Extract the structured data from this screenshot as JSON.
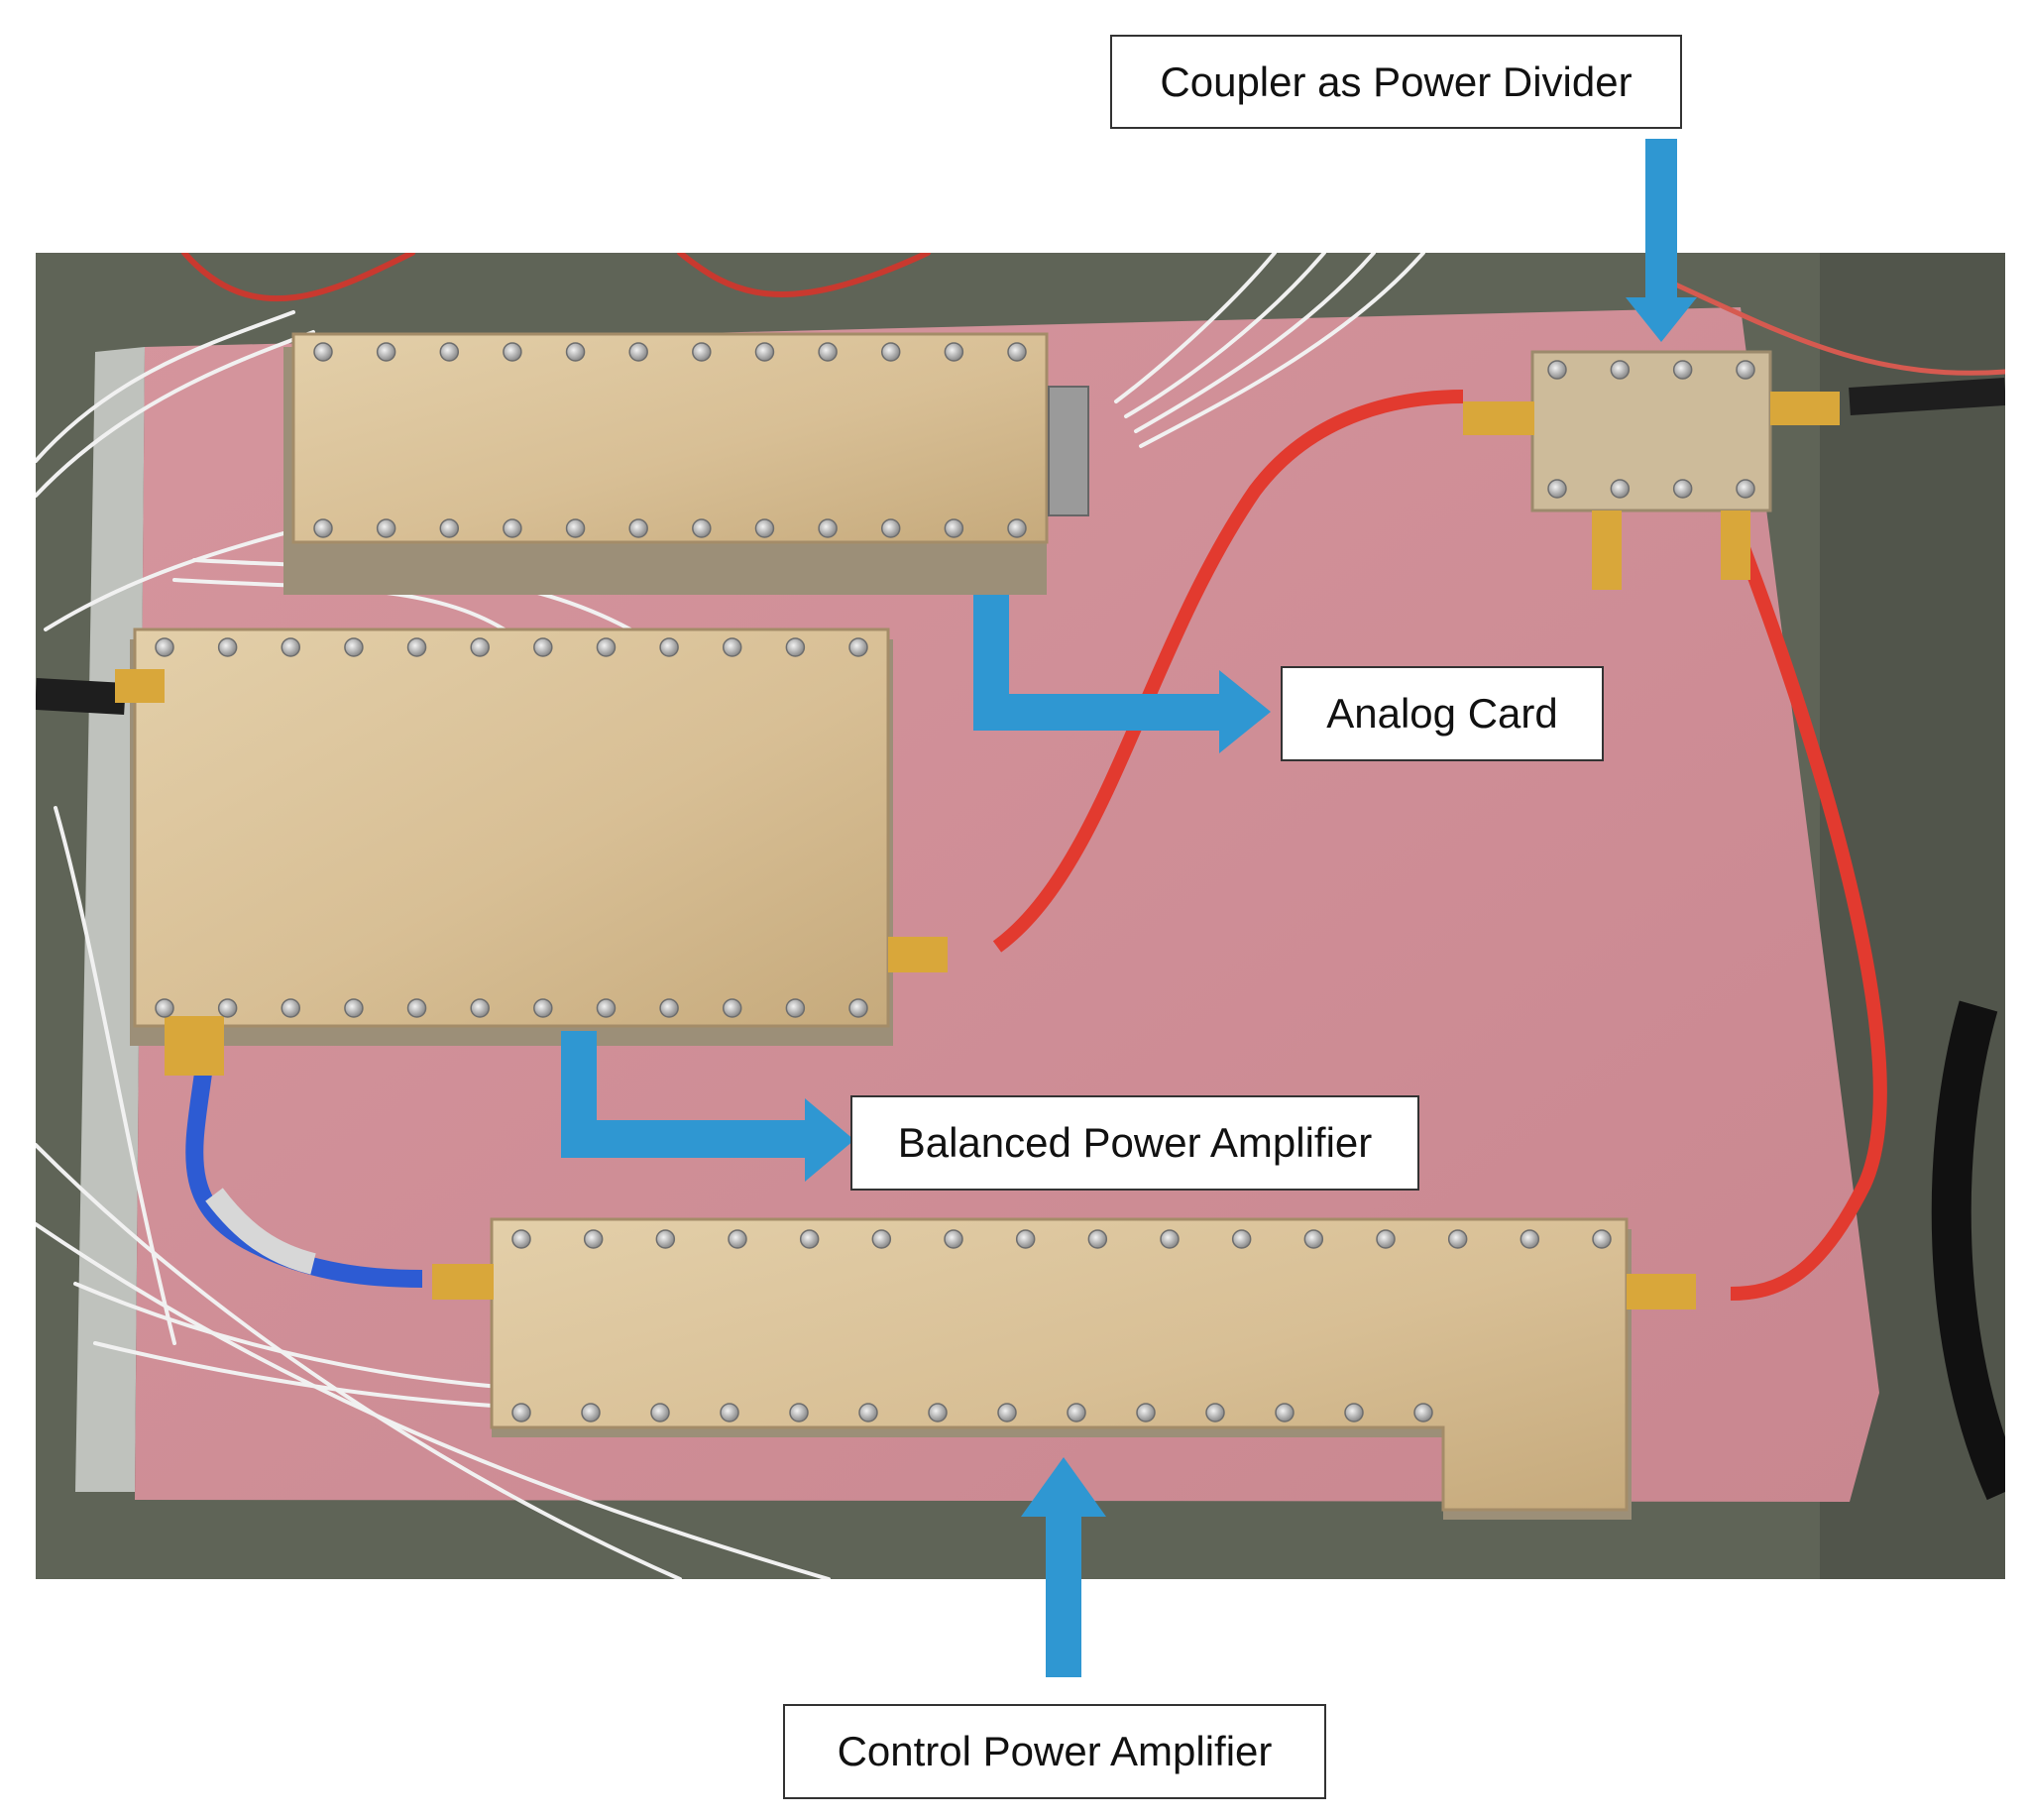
{
  "labels": {
    "coupler": "Coupler as Power Divider",
    "analog_card": "Analog Card",
    "balanced_pa": "Balanced Power Amplifier",
    "control_pa": "Control Power Amplifier"
  },
  "colors": {
    "arrow": "#2f97d2",
    "foam": "#cf8e96",
    "metal": "#d9c19a",
    "red_cable": "#e23a2f",
    "blue_cable": "#2d5bd3",
    "background": "#5f6457"
  }
}
